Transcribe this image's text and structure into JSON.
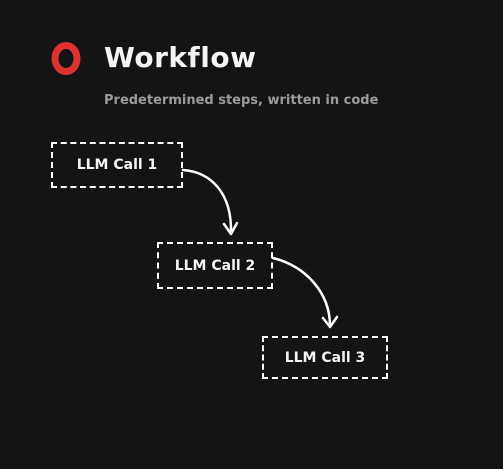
{
  "header": {
    "title": "Workflow",
    "subtitle": "Predetermined steps, written in code",
    "logo_icon": "red-ring-icon",
    "logo_color": "#e03131"
  },
  "diagram": {
    "nodes": [
      {
        "id": "llm-call-1",
        "label": "LLM Call 1"
      },
      {
        "id": "llm-call-2",
        "label": "LLM Call 2"
      },
      {
        "id": "llm-call-3",
        "label": "LLM Call 3"
      }
    ],
    "edges": [
      {
        "from": "llm-call-1",
        "to": "llm-call-2"
      },
      {
        "from": "llm-call-2",
        "to": "llm-call-3"
      }
    ],
    "node_style": "dashed",
    "stroke_color": "#ffffff",
    "background": "#141414"
  }
}
